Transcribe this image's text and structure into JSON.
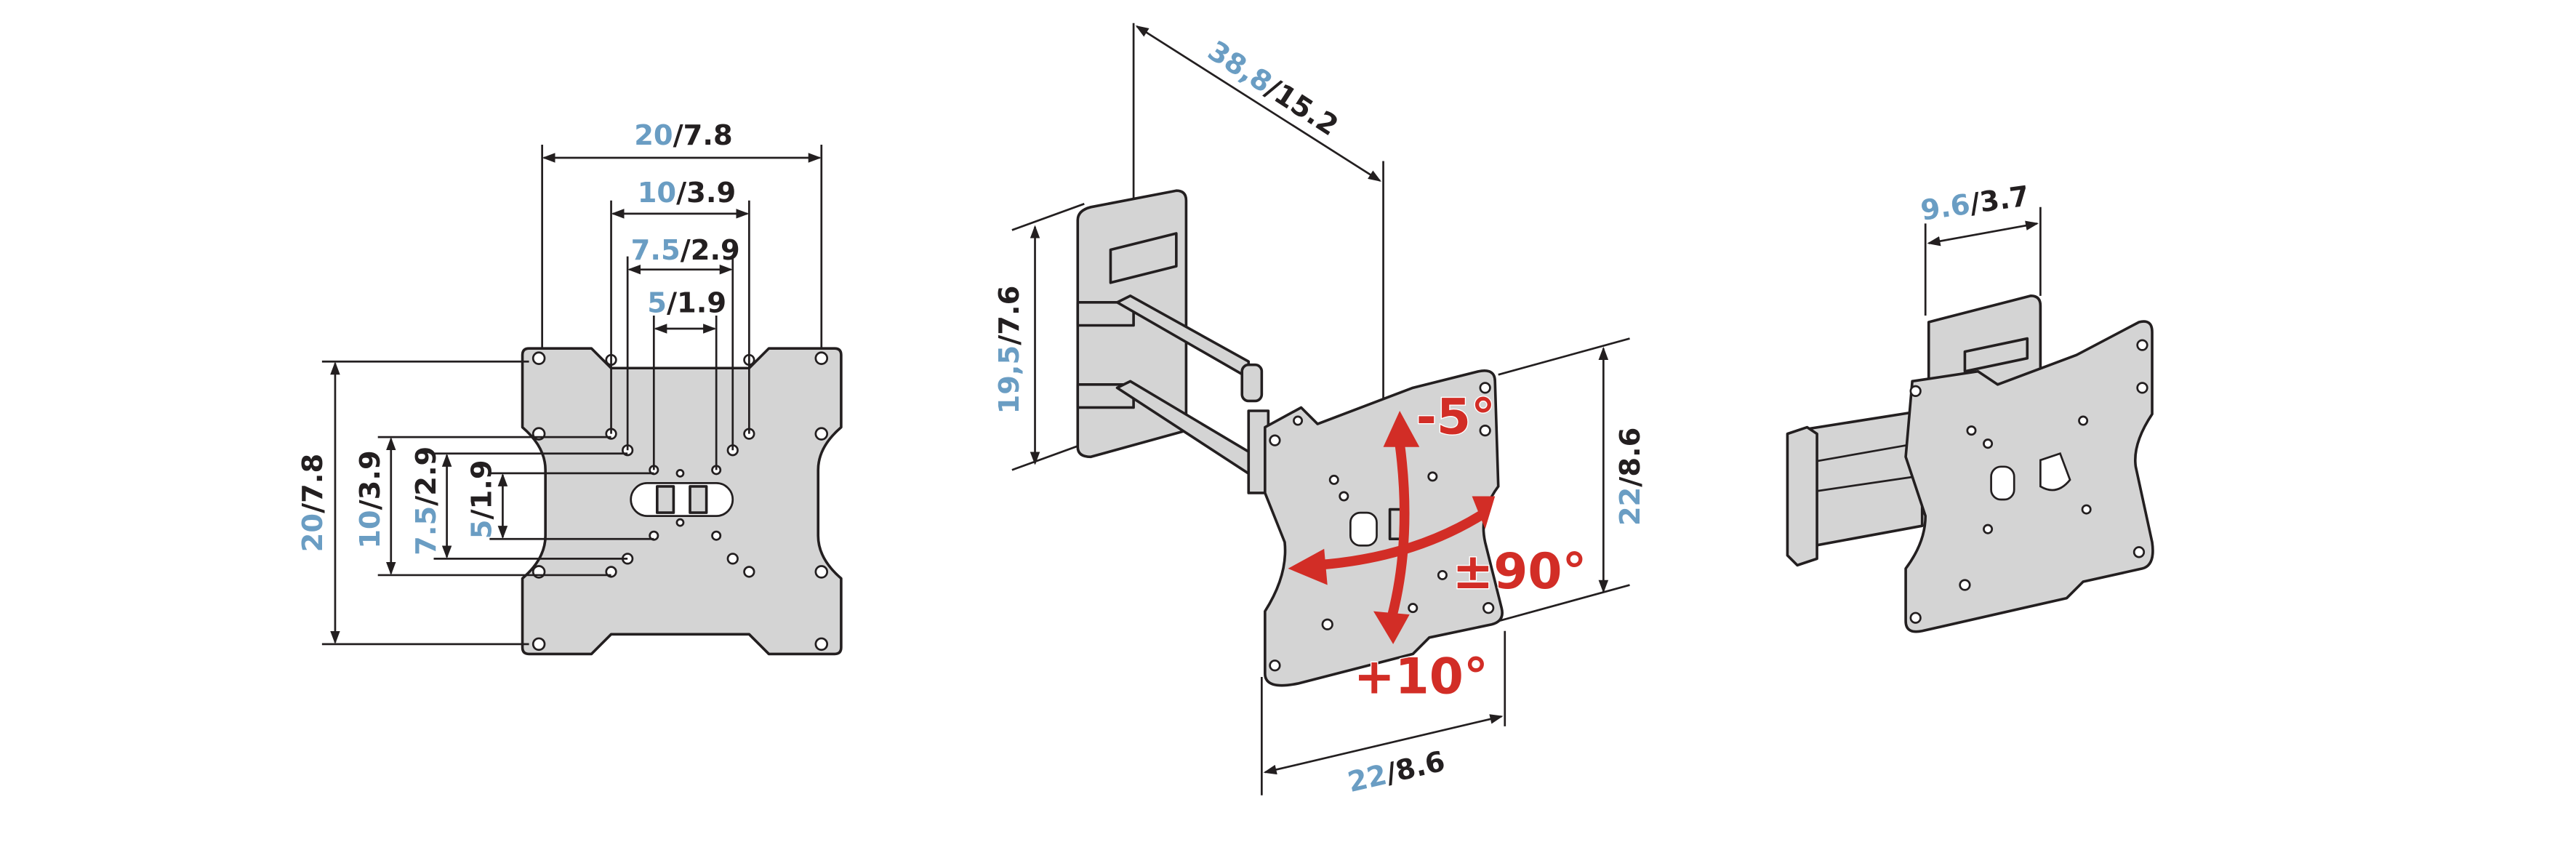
{
  "front_view": {
    "width_total": {
      "metric": "20",
      "imperial": "/7.8"
    },
    "width_10": {
      "metric": "10",
      "imperial": "/3.9"
    },
    "width_75": {
      "metric": "7.5",
      "imperial": "/2.9"
    },
    "width_5": {
      "metric": "5",
      "imperial": "/1.9"
    },
    "height_total": {
      "metric": "20",
      "imperial": "/7.8"
    },
    "height_10": {
      "metric": "10",
      "imperial": "/3.9"
    },
    "height_75": {
      "metric": "7.5",
      "imperial": "/2.9"
    },
    "height_5": {
      "metric": "5",
      "imperial": "/1.9"
    }
  },
  "perspective_view": {
    "ghost_label": {
      "metric": "19,5",
      "imperial": "/7,6"
    },
    "extension": {
      "metric": "38,8",
      "imperial": "/15.2"
    },
    "wall_plate_height": {
      "metric": "19,5",
      "imperial": "/7.6"
    },
    "plate_height": {
      "metric": "22",
      "imperial": "/8.6"
    },
    "plate_width": {
      "metric": "22",
      "imperial": "/8.6"
    },
    "tilt_up": "-5°",
    "tilt_down": "+10°",
    "swivel": "±90°"
  },
  "folded_view": {
    "depth": {
      "metric": "9.6",
      "imperial": "/3.7"
    }
  },
  "colors": {
    "metric": "#6a9dc3",
    "imperial": "#231f20",
    "motion": "#d22d26",
    "part": "#d4d4d4"
  }
}
